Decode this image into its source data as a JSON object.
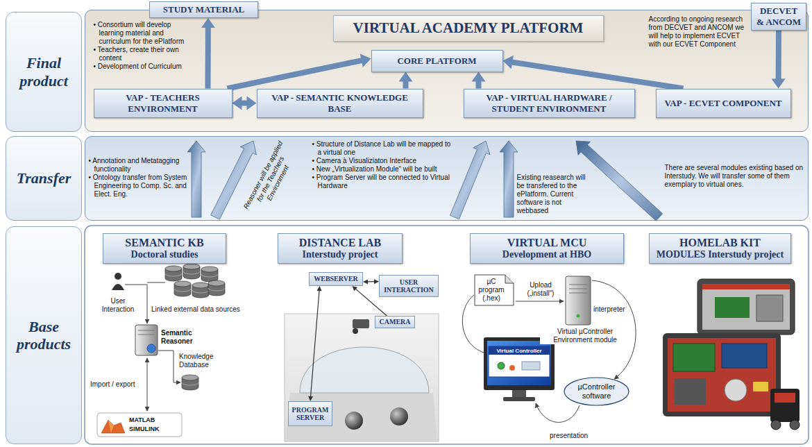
{
  "diagram": {
    "nodes": [
      {
        "text": [
          "Final product"
        ]
      },
      {
        "text": [
          "STUDY MATERIAL"
        ]
      },
      {
        "text": [
          "DECVET & ANCOM"
        ]
      },
      {
        "text": [
          "• Consortium will develop learning material and curriculum for the ePlatform",
          "• Teachers, create their own content",
          "• Development of Curriculum",
          "According to ongoing research from DECVET and ANCOM we will help to implement ECVET with our ECVET Component"
        ]
      },
      {
        "text": [
          "VIRTUAL ACADEMY PLATFORM"
        ],
        "in": 3
      },
      {
        "text": [
          "CORE PLATFORM"
        ],
        "in": 3
      },
      {
        "text": [
          "VAP - TEACHERS ENVIRONMENT"
        ],
        "in": 3
      },
      {
        "text": [
          "VAP - SEMANTIC KNOWLEDGE BASE"
        ],
        "in": 3
      },
      {
        "text": [
          "VAP - VIRTUAL HARDWARE / STUDENT ENVIRONMENT"
        ],
        "in": 3
      },
      {
        "text": [
          "VAP - ECVET COMPONENT"
        ],
        "in": 3
      },
      {
        "text": [
          "Transfer"
        ]
      },
      {
        "text": [
          "• Annotation and Metatagging functionality",
          "• Ontology transfer from System Engineering to Comp. Sc. and Elect. Eng.",
          "Reasoner will be applied for the Teachers Environment",
          "• Structure of Distance Lab will be mapped to a virtual one",
          "• Camera à Visualiziaton Interface",
          "• New „Virtualization Module“ will be built",
          "• Program Server will be connected to Virtual Hardware",
          "Existing reasearch will be transfered to the ePlatform. Current software is not webbased",
          "There are several modules existing based on Interstudy. We will transfer some of them exemplary to virtual ones."
        ]
      },
      {
        "text": [
          "Base products"
        ]
      },
      {
        "text": [
          "SEMANTIC KB",
          "Doctoral studies"
        ]
      },
      {
        "text": [
          "DISTANCE LAB",
          "Interstudy project"
        ]
      },
      {
        "text": [
          "VIRTUAL MCU",
          "Development at HBO"
        ]
      },
      {
        "text": [
          "HOMELAB KIT",
          "MODULES Interstudy project"
        ]
      },
      {
        "text": [
          "WEBSERVER"
        ]
      },
      {
        "text": [
          "USER INTERACTION"
        ]
      },
      {
        "text": [
          "CAMERA"
        ]
      },
      {
        "text": [
          "PROGRAM SERVER"
        ]
      },
      {
        "text": [
          "µC program (.hex)"
        ]
      },
      {
        "text": [
          "µController software"
        ]
      }
    ],
    "edges": [
      {
        "from": 6,
        "to": 5,
        "arrow": "to"
      },
      {
        "from": 6,
        "to": 7,
        "arrow": "both"
      },
      {
        "from": 7,
        "to": 5,
        "arrow": "to"
      },
      {
        "from": 8,
        "to": 5,
        "arrow": "to"
      },
      {
        "from": 9,
        "to": 5,
        "arrow": "to"
      },
      {
        "from": 6,
        "to": 1,
        "arrow": "to"
      },
      {
        "from": 2,
        "to": 9,
        "arrow": "to"
      },
      {
        "from": 18,
        "to": 17,
        "arrow": "both"
      },
      {
        "from": 19,
        "to": 17,
        "arrow": "to"
      },
      {
        "from": 17,
        "to": 20,
        "arrow": "both"
      }
    ],
    "labels": [
      "User Interaction",
      "Linked external data sources",
      "Semantic Reasoner",
      "Knowledge Database",
      "Import / export",
      "MATLAB",
      "SIMULINK",
      "Upload („install“)",
      "interpreter",
      "Virtual µController Environment module",
      "Virtual Controller",
      "presentation"
    ]
  }
}
